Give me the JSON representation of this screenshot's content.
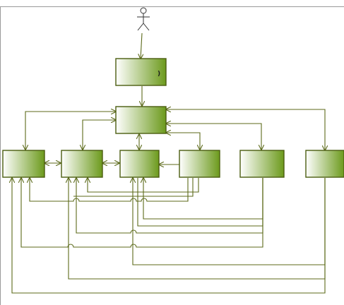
{
  "diagram": {
    "title": "",
    "accent_color": "#5d7a12",
    "line_color": "#5c6a1a",
    "fill_start": "#ffffff",
    "fill_end": "#6c9a1c",
    "actor": {
      "name": ""
    },
    "nodes": [
      {
        "id": "entry",
        "label": ")"
      },
      {
        "id": "hub",
        "label": ""
      },
      {
        "id": "node-a",
        "label": ""
      },
      {
        "id": "node-b",
        "label": ""
      },
      {
        "id": "node-c",
        "label": ""
      },
      {
        "id": "node-d",
        "label": ""
      },
      {
        "id": "node-e",
        "label": ""
      },
      {
        "id": "node-f",
        "label": ""
      }
    ]
  }
}
